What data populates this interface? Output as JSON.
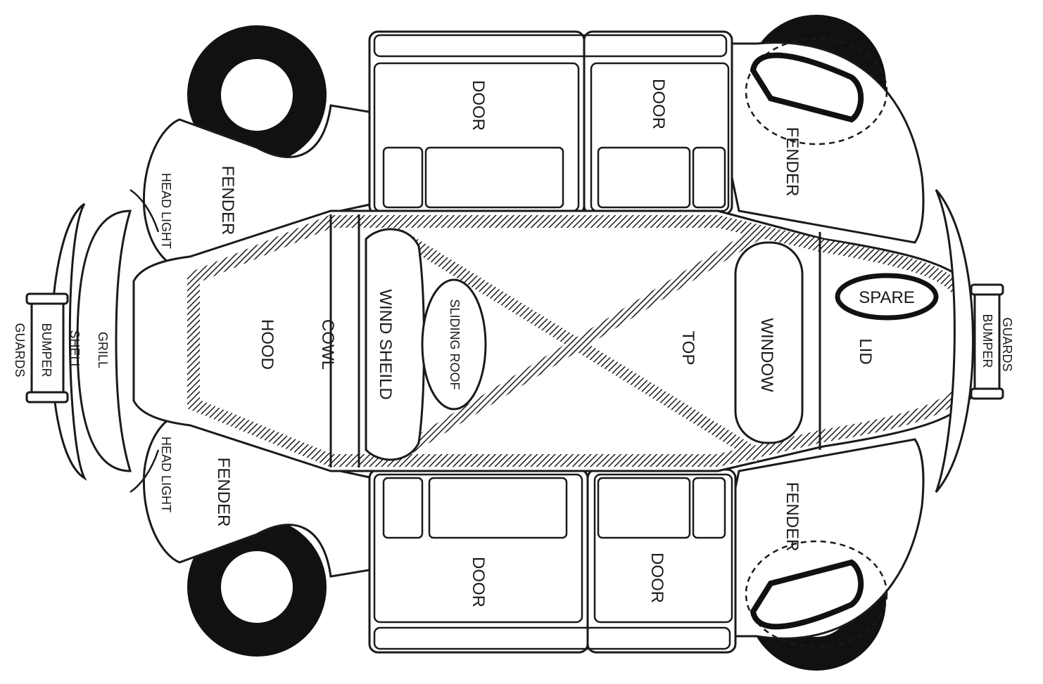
{
  "labels": {
    "front_bumper": "BUMPER",
    "front_guards": "GUARDS",
    "front_grill": "GRILL",
    "front_shell": "SHELL",
    "head_light_top": "HEAD LIGHT",
    "head_light_bottom": "HEAD LIGHT",
    "fender_front_top": "FENDER",
    "fender_front_bottom": "FENDER",
    "hood": "HOOD",
    "cowl": "COWL",
    "wind_shield": "WIND SHEILD",
    "sliding_roof": "SLIDING ROOF",
    "top": "TOP",
    "window": "WINDOW",
    "lid": "LID",
    "spare": "SPARE",
    "rear_bumper": "BUMPER",
    "rear_guards": "GUARDS",
    "door_front_top": "DOOR",
    "door_rear_top": "DOOR",
    "door_front_bottom": "DOOR",
    "door_rear_bottom": "DOOR",
    "fender_rear_top": "FENDER",
    "fender_rear_bottom": "FENDER"
  },
  "colors": {
    "ink": "#1a1a1a",
    "tire": "#111111",
    "paper": "#ffffff"
  }
}
